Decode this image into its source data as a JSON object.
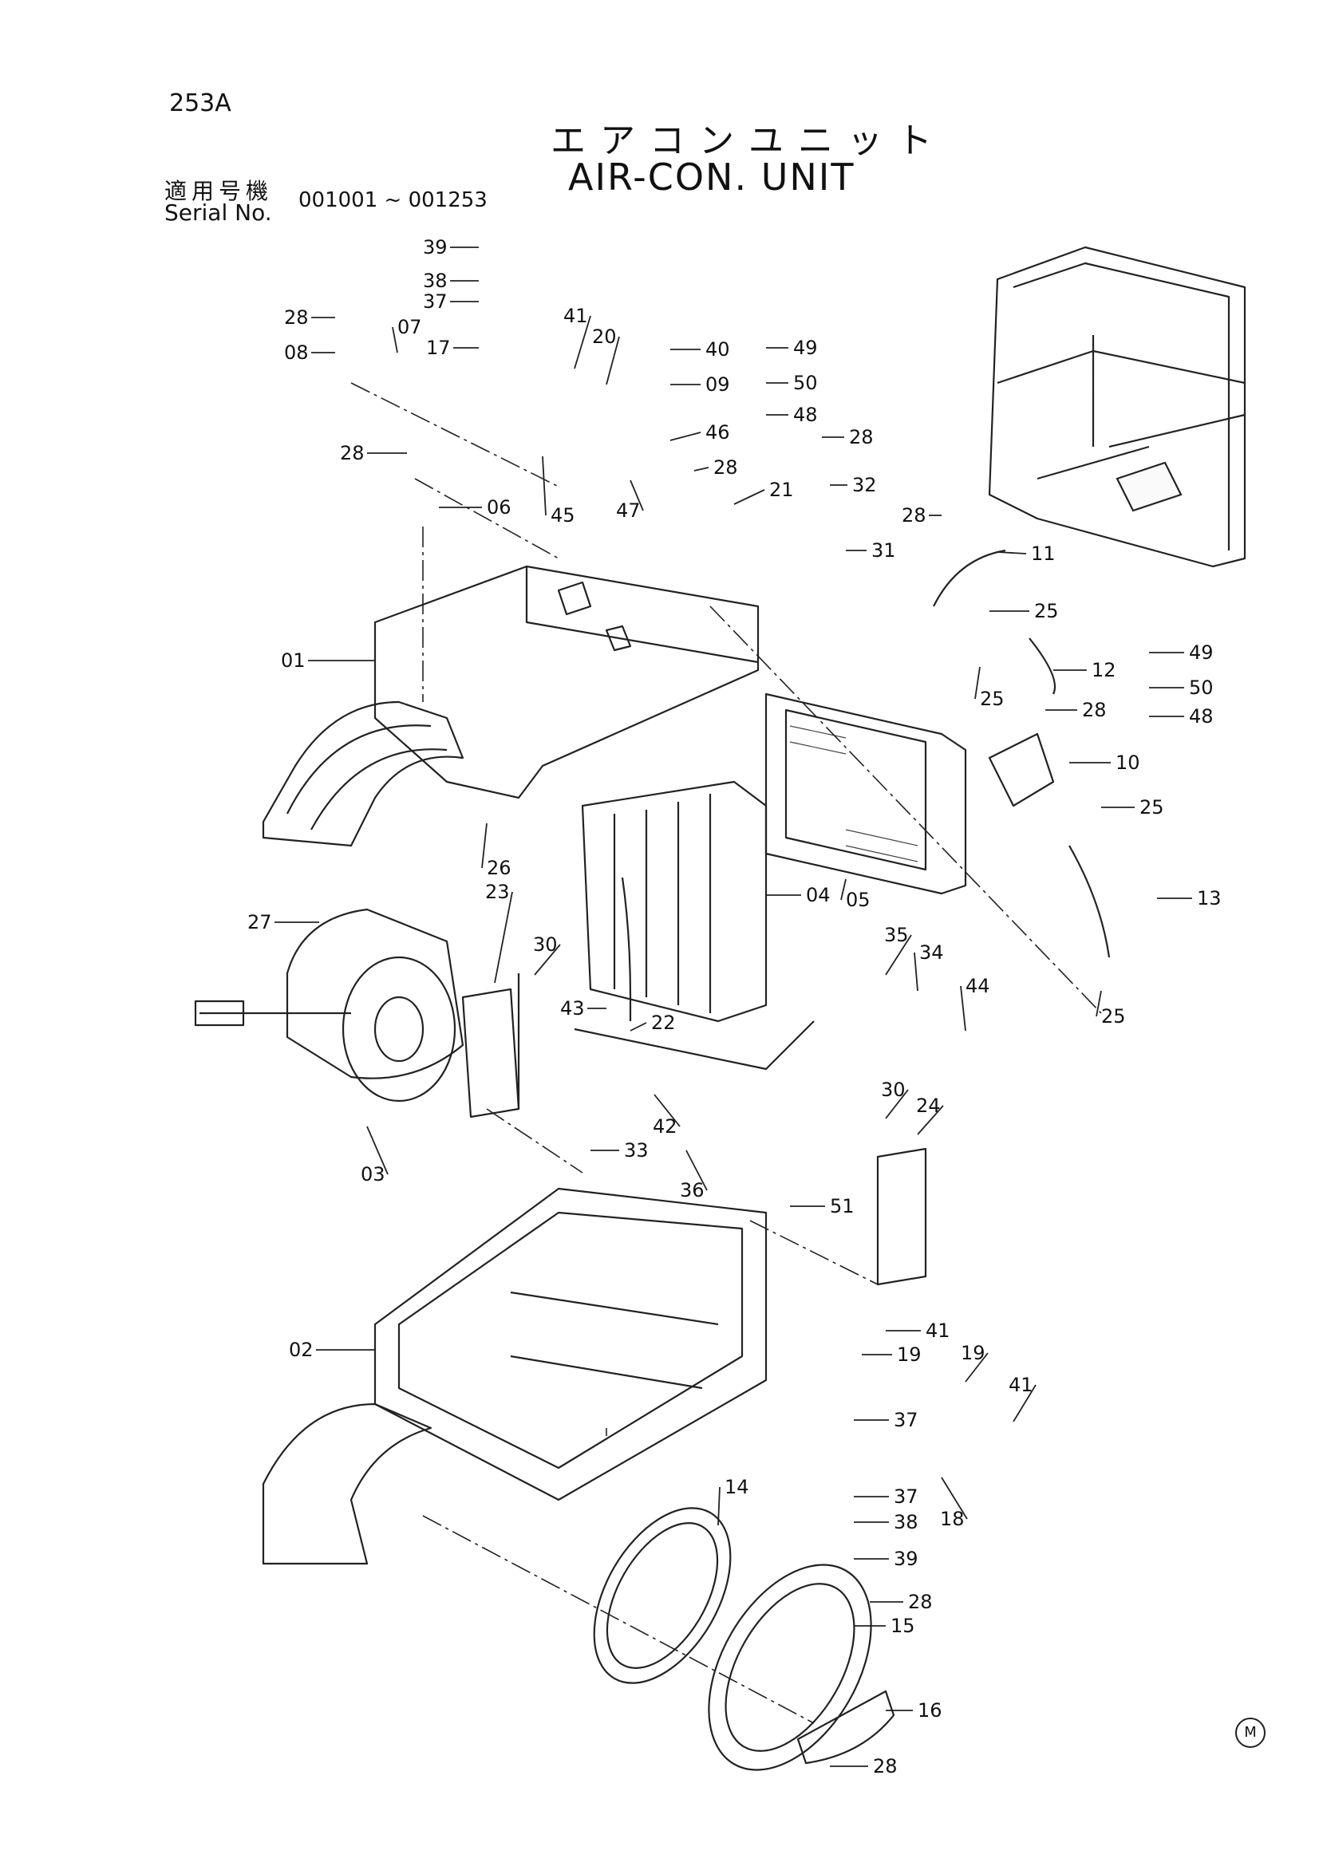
{
  "header": {
    "page_no": "253A",
    "title_jp": "エアコンユニット",
    "title_en": "AIR-CON. UNIT",
    "serial_label_jp": "適用号機",
    "serial_label_en": "Serial No.",
    "serial_range": "001001 ~ 001253"
  },
  "footer": {
    "mark": "M"
  },
  "callouts": [
    {
      "id": "c39a",
      "label": "39"
    },
    {
      "id": "c38a",
      "label": "38"
    },
    {
      "id": "c37a",
      "label": "37"
    },
    {
      "id": "c28a",
      "label": "28"
    },
    {
      "id": "c08",
      "label": "08"
    },
    {
      "id": "c07",
      "label": "07"
    },
    {
      "id": "c17",
      "label": "17"
    },
    {
      "id": "c41a",
      "label": "41"
    },
    {
      "id": "c20",
      "label": "20"
    },
    {
      "id": "c40",
      "label": "40"
    },
    {
      "id": "c49a",
      "label": "49"
    },
    {
      "id": "c09",
      "label": "09"
    },
    {
      "id": "c50a",
      "label": "50"
    },
    {
      "id": "c46",
      "label": "46"
    },
    {
      "id": "c48a",
      "label": "48"
    },
    {
      "id": "c28b",
      "label": "28"
    },
    {
      "id": "c28c",
      "label": "28"
    },
    {
      "id": "c28d",
      "label": "28"
    },
    {
      "id": "c32",
      "label": "32"
    },
    {
      "id": "c21",
      "label": "21"
    },
    {
      "id": "c47",
      "label": "47"
    },
    {
      "id": "c45",
      "label": "45"
    },
    {
      "id": "c06",
      "label": "06"
    },
    {
      "id": "c28e",
      "label": "28"
    },
    {
      "id": "c11",
      "label": "11"
    },
    {
      "id": "c31",
      "label": "31"
    },
    {
      "id": "c25a",
      "label": "25"
    },
    {
      "id": "c01",
      "label": "01"
    },
    {
      "id": "c12",
      "label": "12"
    },
    {
      "id": "c49b",
      "label": "49"
    },
    {
      "id": "c25b",
      "label": "25"
    },
    {
      "id": "c50b",
      "label": "50"
    },
    {
      "id": "c28f",
      "label": "28"
    },
    {
      "id": "c48b",
      "label": "48"
    },
    {
      "id": "c10",
      "label": "10"
    },
    {
      "id": "c25c",
      "label": "25"
    },
    {
      "id": "c26",
      "label": "26"
    },
    {
      "id": "c05",
      "label": "05"
    },
    {
      "id": "c13",
      "label": "13"
    },
    {
      "id": "c27",
      "label": "27"
    },
    {
      "id": "c23",
      "label": "23"
    },
    {
      "id": "c30a",
      "label": "30"
    },
    {
      "id": "c04",
      "label": "04"
    },
    {
      "id": "c35",
      "label": "35"
    },
    {
      "id": "c34",
      "label": "34"
    },
    {
      "id": "c44",
      "label": "44"
    },
    {
      "id": "c25d",
      "label": "25"
    },
    {
      "id": "c43",
      "label": "43"
    },
    {
      "id": "c22",
      "label": "22"
    },
    {
      "id": "c42",
      "label": "42"
    },
    {
      "id": "c33",
      "label": "33"
    },
    {
      "id": "c36",
      "label": "36"
    },
    {
      "id": "c03",
      "label": "03"
    },
    {
      "id": "c30b",
      "label": "30"
    },
    {
      "id": "c24",
      "label": "24"
    },
    {
      "id": "c51",
      "label": "51"
    },
    {
      "id": "c41b",
      "label": "41"
    },
    {
      "id": "c02",
      "label": "02"
    },
    {
      "id": "c19a",
      "label": "19"
    },
    {
      "id": "c19b",
      "label": "19"
    },
    {
      "id": "c41c",
      "label": "41"
    },
    {
      "id": "c37b",
      "label": "37"
    },
    {
      "id": "c18",
      "label": "18"
    },
    {
      "id": "c37c",
      "label": "37"
    },
    {
      "id": "c38b",
      "label": "38"
    },
    {
      "id": "c39b",
      "label": "39"
    },
    {
      "id": "c14",
      "label": "14"
    },
    {
      "id": "c28g",
      "label": "28"
    },
    {
      "id": "c15",
      "label": "15"
    },
    {
      "id": "c16",
      "label": "16"
    },
    {
      "id": "c28h",
      "label": "28"
    }
  ]
}
